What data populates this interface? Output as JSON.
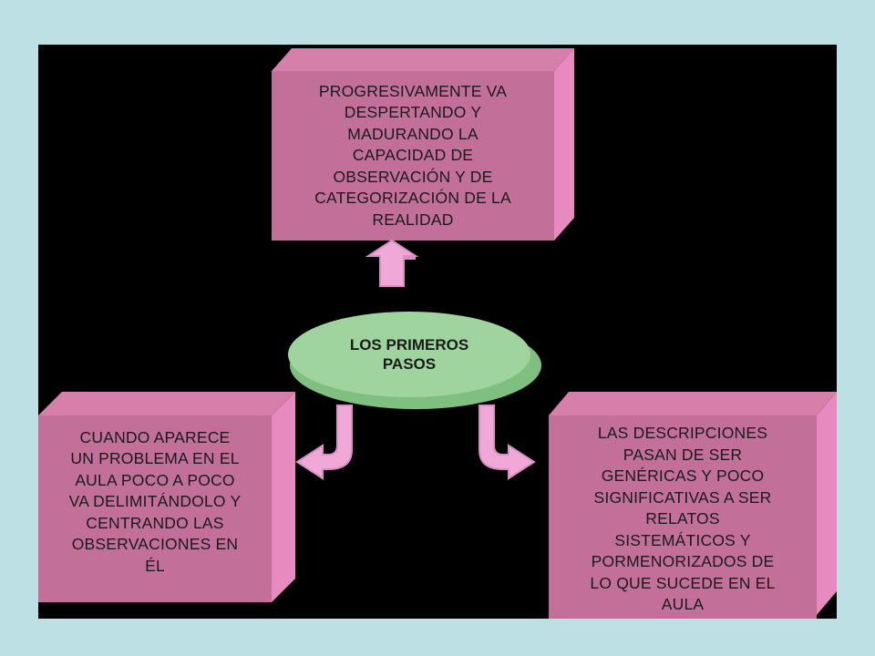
{
  "colors": {
    "background": "#bde0e4",
    "slide": "#000000",
    "box_front": "#c2709a",
    "box_top": "#d57faa",
    "box_side": "#e78ac0",
    "arrow": "#f0a8d8",
    "arrow_edge": "#d890c4",
    "ellipse_top": "#9fd49f",
    "ellipse_side": "#7fbf7f"
  },
  "center": {
    "label": "LOS PRIMEROS\nPASOS"
  },
  "boxes": {
    "top": {
      "text": "PROGRESIVAMENTE VA\nDESPERTANDO Y\nMADURANDO LA\nCAPACIDAD DE\nOBSERVACIÓN Y DE\nCATEGORIZACIÓN DE LA\nREALIDAD"
    },
    "left": {
      "text": "CUANDO APARECE\nUN PROBLEMA EN EL\nAULA POCO A POCO\nVA DELIMITÁNDOLO Y\nCENTRANDO LAS\nOBSERVACIONES EN\nÉL"
    },
    "right": {
      "text": "LAS DESCRIPCIONES\nPASAN DE SER\nGENÉRICAS Y POCO\nSIGNIFICATIVAS A SER\nRELATOS\nSISTEMÁTICOS Y\nPORMENORIZADOS DE\nLO QUE SUCEDE EN EL\nAULA"
    }
  }
}
